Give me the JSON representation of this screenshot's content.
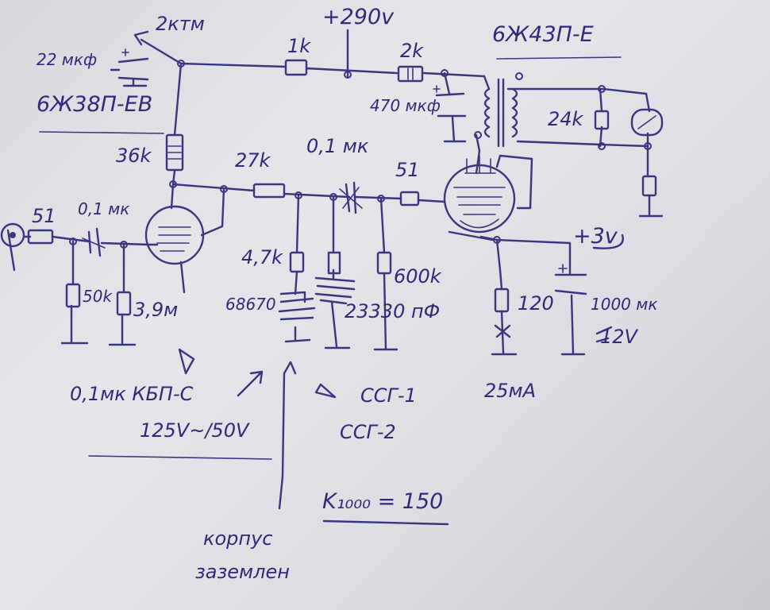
{
  "labels": {
    "supply_voltage": "+290v",
    "pot_label": "2ктм",
    "input_tube": "6Ж38П-ЕВ",
    "output_tube": "6Ж43П-Е",
    "cap_decoupling_1": "22 мкф",
    "cap_decoupling_2": "470 мкф",
    "r_1k": "1k",
    "r_2k": "2k",
    "r_24k": "24k",
    "r_36k": "36k",
    "r_27k": "27k",
    "cap_coupling": "0,1 мк",
    "r_51_grid": "51",
    "r_51_input": "51",
    "cap_input": "0,1 мк",
    "r_50k": "50k",
    "r_3_9m": "3,9м",
    "r_4_7k": "4,7k",
    "cap_68670": "68670",
    "r_600k": "600k",
    "cap_23330": "23330 пФ",
    "r_120": "120",
    "cap_1000": "1000 мк",
    "volt_12v": "12V",
    "bias_3v": "+3v",
    "current_25ma": "25мА",
    "cap_type": "0,1мк КБП-С",
    "cap_voltage": "125V~/50V",
    "ssg_1": "ССГ-1",
    "ssg_2": "ССГ-2",
    "gain": "K₁₀₀₀ = 150",
    "chassis_line1": "корпус",
    "chassis_line2": "заземлен"
  }
}
